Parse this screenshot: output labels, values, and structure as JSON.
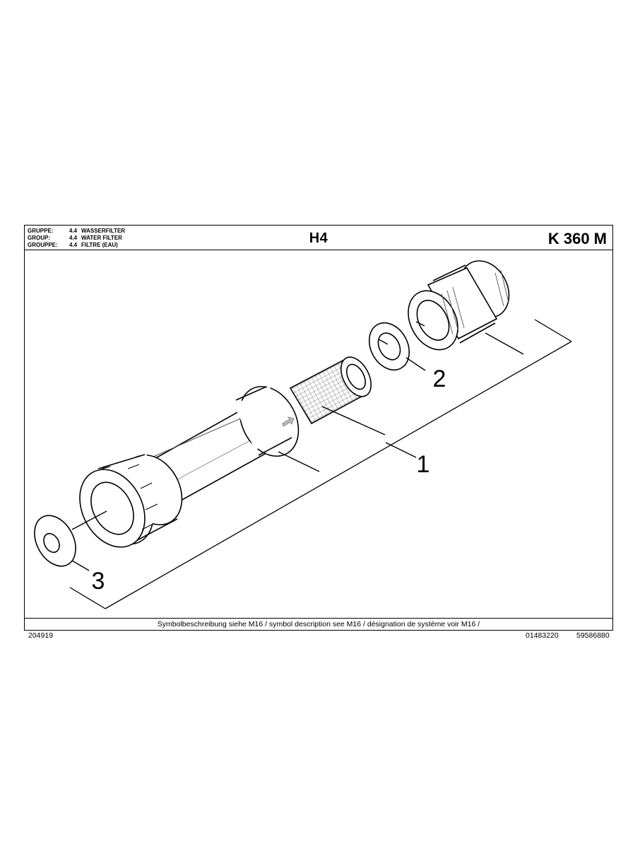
{
  "header": {
    "groups": [
      {
        "key": "GRUPPE:",
        "num": "4.4",
        "name": "WASSERFILTER"
      },
      {
        "key": "GROUP:",
        "num": "4.4",
        "name": "WATER FILTER"
      },
      {
        "key": "GROUPPE:",
        "num": "4.4",
        "name": "FILTRE (EAU)"
      }
    ],
    "page_code": "H4",
    "model": "K 360 M"
  },
  "drawing": {
    "callouts": [
      "1",
      "2",
      "3"
    ]
  },
  "footer": {
    "symbol_note": "Symbolbeschreibung siehe M16 / symbol description see M16 / désignation de système voir M16 /"
  },
  "bottom": {
    "doc_number": "204919",
    "part_number_1": "01483220",
    "part_number_2": "59586880"
  }
}
